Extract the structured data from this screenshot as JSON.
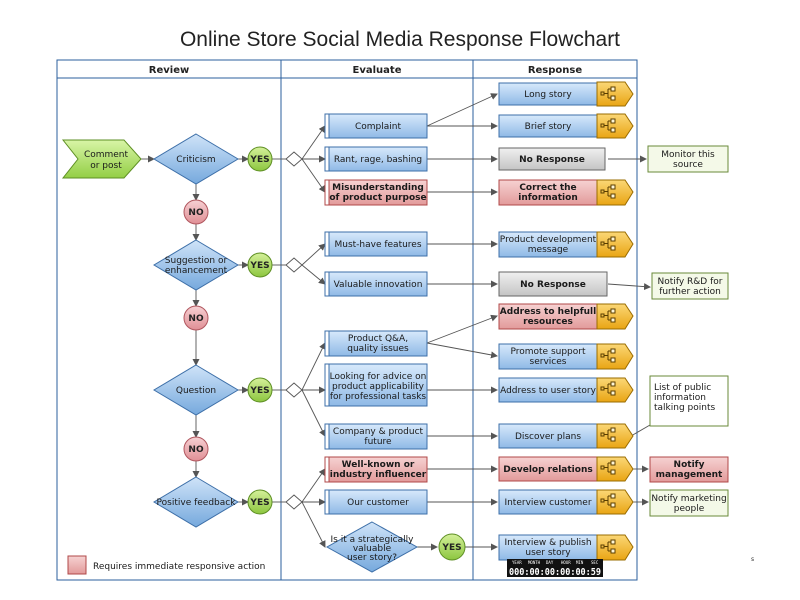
{
  "title": "Online Store Social Media Response Flowchart",
  "lanes": {
    "review": "Review",
    "evaluate": "Evaluate",
    "response": "Response"
  },
  "start": {
    "line1": "Comment",
    "line2": "or post"
  },
  "decisions": {
    "criticism": "Criticism",
    "suggestion_1": "Suggestion or",
    "suggestion_2": "enhancement",
    "question": "Question",
    "positive": "Positive feedback"
  },
  "yes_label": "YES",
  "no_label": "NO",
  "evaluate": {
    "complaint": "Complaint",
    "rant": "Rant, rage, bashing",
    "misunderstanding_1": "Misunderstanding",
    "misunderstanding_2": "of product purpose",
    "must_have": "Must-have features",
    "valuable": "Valuable innovation",
    "qa_1": "Product Q&A,",
    "qa_2": "quality issues",
    "advice_1": "Looking for advice on",
    "advice_2": "product applicability",
    "advice_3": "for professional tasks",
    "company_1": "Company & product",
    "company_2": "future",
    "wellknown_1": "Well-known or",
    "wellknown_2": "industry influencer",
    "our_customer": "Our customer",
    "strategic_1": "Is it a strategically",
    "strategic_2": "valuable",
    "strategic_3": "user story?"
  },
  "response": {
    "long_story": "Long story",
    "brief_story": "Brief story",
    "no_response": "No Response",
    "correct_1": "Correct the",
    "correct_2": "information",
    "product_dev_1": "Product development",
    "product_dev_2": "message",
    "address_helpful_1": "Address to helpfull",
    "address_helpful_2": "resources",
    "promote_1": "Promote support",
    "promote_2": "services",
    "address_user": "Address to user story",
    "discover": "Discover plans",
    "develop": "Develop relations",
    "interview": "Interview customer",
    "interview_publish_1": "Interview & publish",
    "interview_publish_2": "user story"
  },
  "outcomes": {
    "monitor_1": "Monitor this",
    "monitor_2": "source",
    "notify_rd_1": "Notify R&D for",
    "notify_rd_2": "further action",
    "list_public_1": "List of public",
    "list_public_2": "information",
    "list_public_3": "talking points",
    "notify_mgmt_1": "Notify",
    "notify_mgmt_2": "management",
    "notify_marketing_1": "Notify marketing",
    "notify_marketing_2": "people"
  },
  "legend": "Requires immediate responsive action",
  "timer": {
    "units": [
      "YEAR",
      "MONTH",
      "DAY",
      "HOUR",
      "MIN",
      "SEC"
    ],
    "value": "000:00:00:00:00:59"
  },
  "page_number": "s",
  "colors": {
    "blue_box": "#9cc3eb",
    "red_box": "#e8a8a8",
    "gray_box": "#d4d4d4",
    "decision": "#8ab8e6",
    "yes_circle": "#a4d65e",
    "no_circle": "#e7a3a8",
    "orange_tab": "#f0b52d",
    "start_shape": "#aee06a"
  }
}
